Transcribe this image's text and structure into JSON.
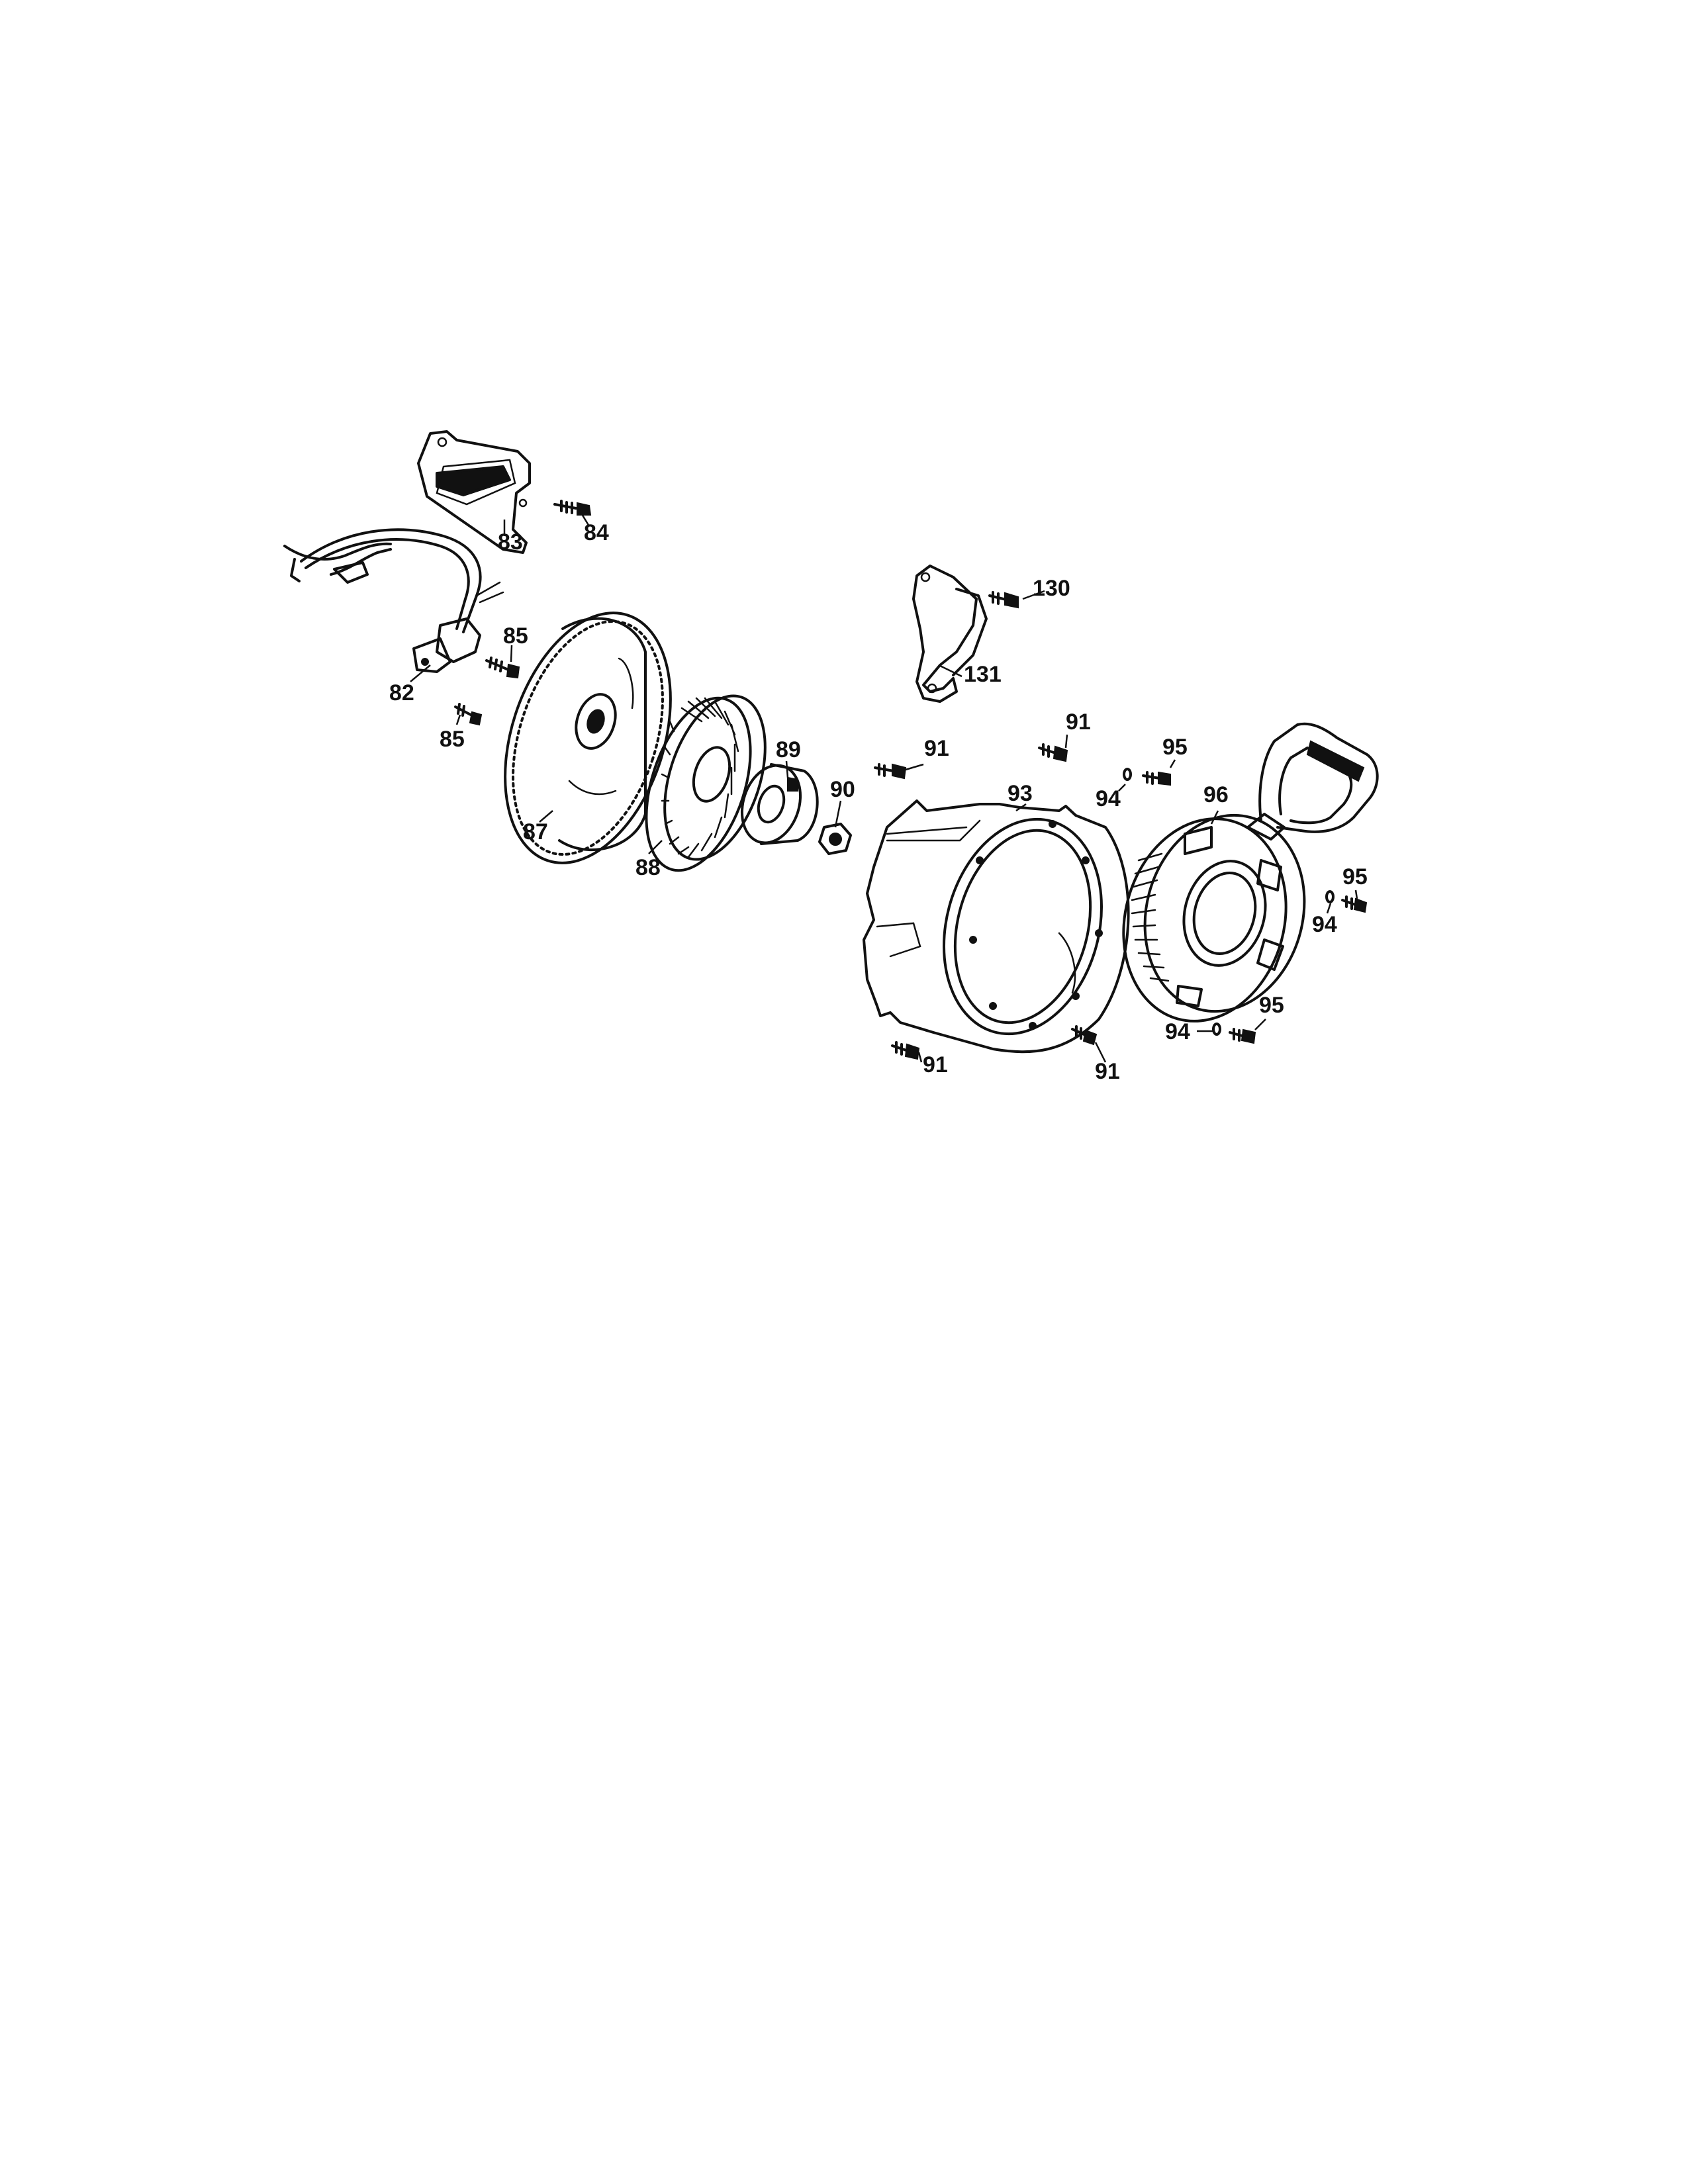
{
  "diagram": {
    "callouts": [
      {
        "id": "c83",
        "text": "83"
      },
      {
        "id": "c84",
        "text": "84"
      },
      {
        "id": "c82",
        "text": "82"
      },
      {
        "id": "c85a",
        "text": "85"
      },
      {
        "id": "c85b",
        "text": "85"
      },
      {
        "id": "c87",
        "text": "87"
      },
      {
        "id": "c88",
        "text": "88"
      },
      {
        "id": "c89",
        "text": "89"
      },
      {
        "id": "c90",
        "text": "90"
      },
      {
        "id": "c130",
        "text": "130"
      },
      {
        "id": "c131",
        "text": "131"
      },
      {
        "id": "c91a",
        "text": "91"
      },
      {
        "id": "c91b",
        "text": "91"
      },
      {
        "id": "c91c",
        "text": "91"
      },
      {
        "id": "c91d",
        "text": "91"
      },
      {
        "id": "c93",
        "text": "93"
      },
      {
        "id": "c94a",
        "text": "94"
      },
      {
        "id": "c94b",
        "text": "94"
      },
      {
        "id": "c94c",
        "text": "94"
      },
      {
        "id": "c95a",
        "text": "95"
      },
      {
        "id": "c95b",
        "text": "95"
      },
      {
        "id": "c95c",
        "text": "95"
      },
      {
        "id": "c96",
        "text": "96"
      }
    ]
  }
}
